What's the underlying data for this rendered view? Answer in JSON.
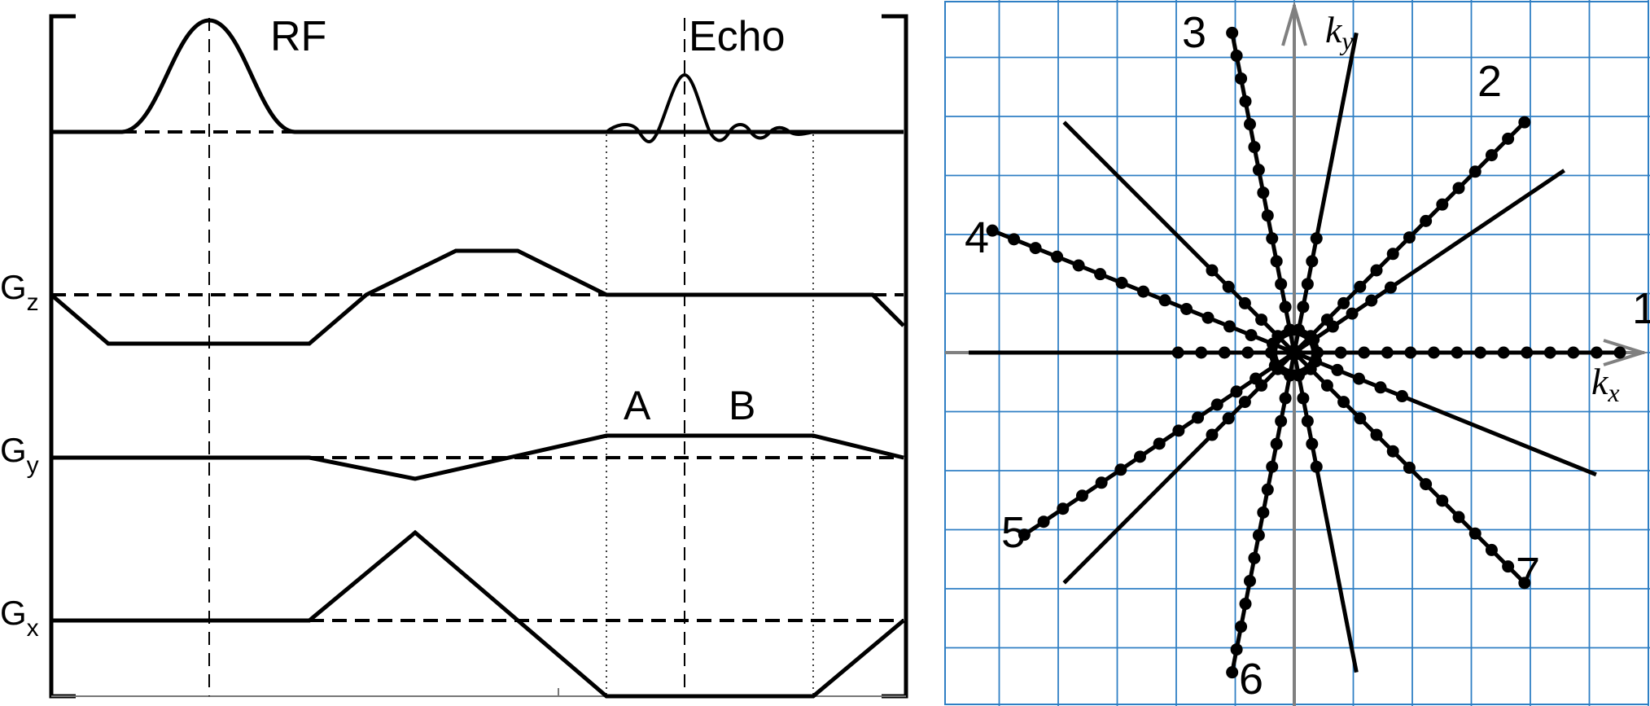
{
  "sequence": {
    "rf_label": "RF",
    "echo_label": "Echo",
    "gz_main": "G",
    "gz_sub": "z",
    "gy_main": "G",
    "gy_sub": "y",
    "gx_main": "G",
    "gx_sub": "x",
    "label_a": "A",
    "label_b": "B"
  },
  "kspace": {
    "kx_main": "k",
    "kx_sub": "x",
    "ky_main": "k",
    "ky_sub": "y",
    "grid_color": "#2f7fc4",
    "axis_color": "#808080",
    "spokes": [
      {
        "label": "1",
        "angle_deg": 0
      },
      {
        "label": "2",
        "angle_deg": 45
      },
      {
        "label": "3",
        "angle_deg": 101
      },
      {
        "label": "4",
        "angle_deg": 158
      },
      {
        "label": "5",
        "angle_deg": 214
      },
      {
        "label": "6",
        "angle_deg": 259
      },
      {
        "label": "7",
        "angle_deg": 315
      }
    ]
  }
}
